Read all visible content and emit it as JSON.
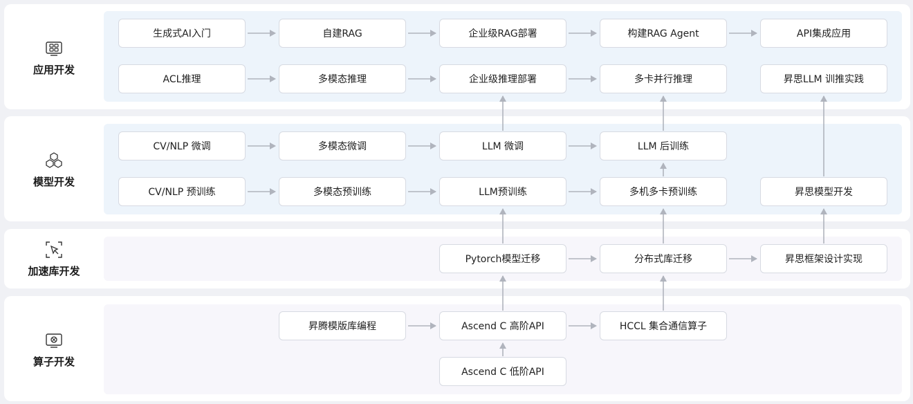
{
  "categories": [
    {
      "label": "应用开发",
      "icon": "app-grid-icon"
    },
    {
      "label": "模型开发",
      "icon": "cubes-icon"
    },
    {
      "label": "加速库开发",
      "icon": "cursor-select-icon"
    },
    {
      "label": "算子开发",
      "icon": "chip-window-icon"
    }
  ],
  "nodes": {
    "gen_ai_intro": "生成式AI入门",
    "self_rag": "自建RAG",
    "ent_rag": "企业级RAG部署",
    "rag_agent": "构建RAG Agent",
    "api_app": "API集成应用",
    "acl_infer": "ACL推理",
    "mm_infer": "多模态推理",
    "ent_infer": "企业级推理部署",
    "multi_card_infer": "多卡并行推理",
    "shengsi_llm": "昇思LLM 训推实践",
    "cv_ft": "CV/NLP 微调",
    "mm_ft": "多模态微调",
    "llm_ft": "LLM 微调",
    "llm_post": "LLM 后训练",
    "cv_pre": "CV/NLP 预训练",
    "mm_pre": "多模态预训练",
    "llm_pre": "LLM预训练",
    "multi_pre": "多机多卡预训练",
    "shengsi_model": "昇思模型开发",
    "pytorch_mig": "Pytorch模型迁移",
    "dist_mig": "分布式库迁移",
    "shengsi_fw": "昇思框架设计实现",
    "tpl_lib": "昇腾模版库编程",
    "ascend_high": "Ascend C 高阶API",
    "hccl": "HCCL 集合通信算子",
    "ascend_low": "Ascend C 低阶API"
  },
  "colors": {
    "arrow": "#b0b4bd",
    "border": "#d7dae2",
    "inner_blue": "#edf4fb",
    "inner_lavender": "#f7f6fb"
  }
}
